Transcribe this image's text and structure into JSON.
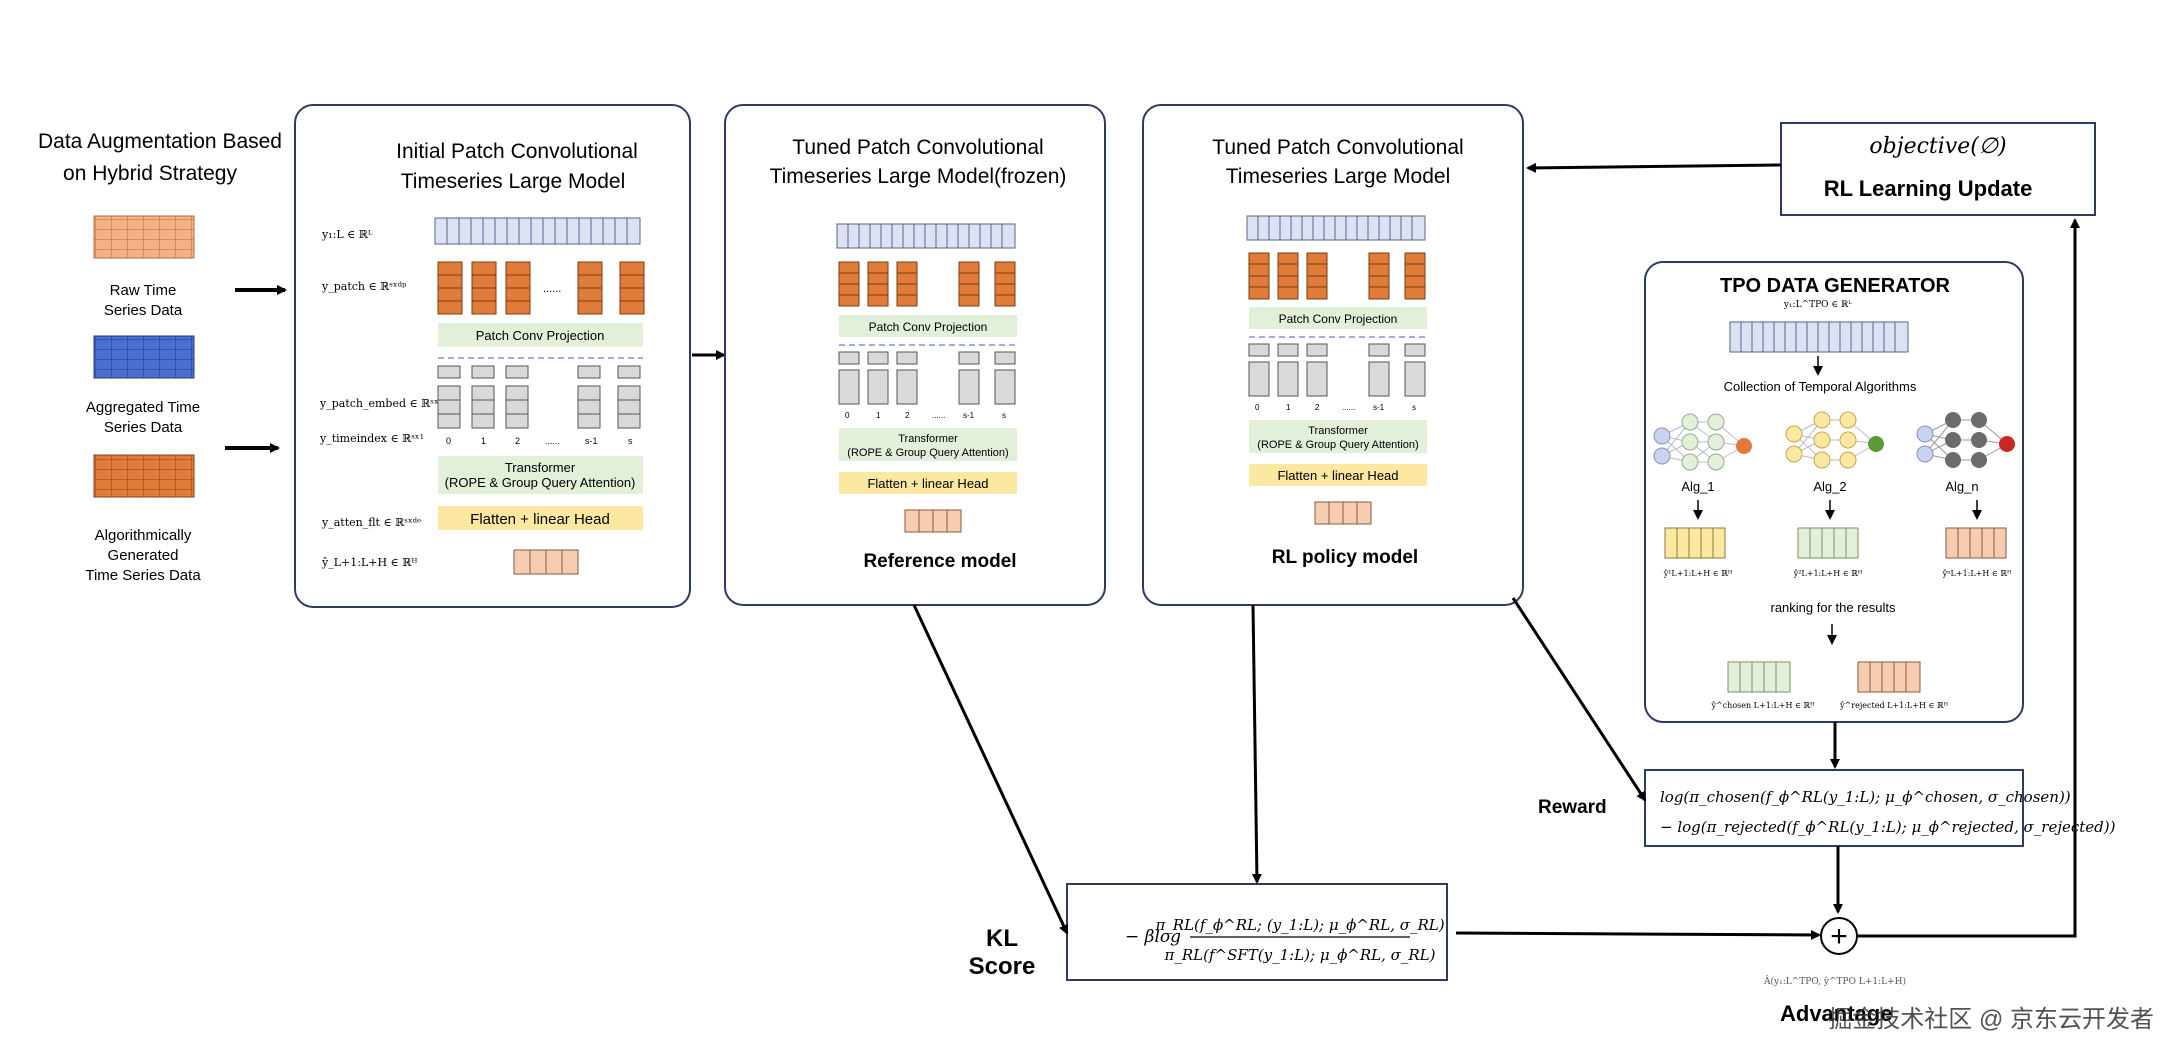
{
  "augmentation": {
    "title_line1": "Data Augmentation Based",
    "title_line2": "on Hybrid Strategy",
    "raw_line1": "Raw Time",
    "raw_line2": "Series Data",
    "agg_line1": "Aggregated Time",
    "agg_line2": "Series Data",
    "algo_line1": "Algorithmically",
    "algo_line2": "Generated",
    "algo_line3": "Time Series Data"
  },
  "panel1": {
    "title_line1": "Initial Patch Convolutional",
    "title_line2": "Timeseries Large Model",
    "label_y": "y₁:L ∈ ℝᴸ",
    "label_patch": "y_patch ∈ ℝˢˣᵈᵖ",
    "label_embed": "y_patch_embed ∈ ℝˢˣᵈᵉ",
    "label_timeindex": "y_timeindex ∈ ℝˢˣ¹",
    "label_atten": "y_atten_flt ∈ ℝˢˣᵈᵉ",
    "label_out": "ŷ_L+1:L+H ∈ ℝᴴ",
    "patch_proj": "Patch Conv Projection",
    "transformer_line1": "Transformer",
    "transformer_line2": "(ROPE  & Group Query Attention)",
    "flatten": "Flatten + linear Head",
    "ellipsis": "......",
    "indices": [
      "0",
      "1",
      "2",
      "......",
      "s-1",
      "s"
    ]
  },
  "panel2": {
    "title_line1": "Tuned Patch Convolutional",
    "title_line2": "Timeseries Large Model(frozen)",
    "patch_proj": "Patch Conv Projection",
    "transformer_line1": "Transformer",
    "transformer_line2": "(ROPE  & Group Query Attention)",
    "flatten": "Flatten + linear Head",
    "caption": "Reference model",
    "indices": [
      "0",
      "1",
      "2",
      "......",
      "s-1",
      "s"
    ]
  },
  "panel3": {
    "title_line1": "Tuned Patch Convolutional",
    "title_line2": "Timeseries Large Model",
    "patch_proj": "Patch Conv Projection",
    "transformer_line1": "Transformer",
    "transformer_line2": "(ROPE  & Group Query Attention)",
    "flatten": "Flatten + linear Head",
    "caption": "RL policy model",
    "indices": [
      "0",
      "1",
      "2",
      "......",
      "s-1",
      "s"
    ]
  },
  "objective": {
    "formula": "objective(∅)",
    "label": "RL Learning Update"
  },
  "tpo": {
    "title": "TPO DATA GENERATOR",
    "input_label": "y₁:L^TPO ∈ ℝᴸ",
    "collection": "Collection of Temporal Algorithms",
    "alg1": "Alg_1",
    "alg2": "Alg_2",
    "algn": "Alg_n",
    "out1": "ŷ¹L+1:L+H ∈ ℝᴴ",
    "out2": "ŷ²L+1:L+H ∈ ℝᴴ",
    "outn": "ŷⁿL+1:L+H ∈ ℝᴴ",
    "ranking": "ranking for the results",
    "chosen": "ŷ^chosen L+1:L+H ∈ ℝᴴ",
    "rejected": "ŷ^rejected L+1:L+H ∈ ℝᴴ"
  },
  "reward": {
    "label": "Reward",
    "line1": "log(π_chosen(f_ϕ^RL(y_1:L); μ_ϕ^chosen, σ_chosen))",
    "line2": "− log(π_rejected(f_ϕ^RL(y_1:L); μ_ϕ^rejected, σ_rejected))"
  },
  "kl": {
    "label_line1": "KL",
    "label_line2": "Score",
    "prefix": "− βlog",
    "numerator": "π_RL(f_ϕ^RL; (y_1:L); μ_ϕ^RL, σ_RL)",
    "denominator": "π_RL(f^SFT(y_1:L); μ_ϕ^RL, σ_RL)"
  },
  "advantage": {
    "plus": "+",
    "formula": "Â(y₁:L^TPO, ŷ^TPO L+1:L+H)",
    "label": "Advantage"
  },
  "watermark": "掘金技术社区 @ 京东云开发者",
  "colors": {
    "orange": "#e07b3a",
    "blue": "#3f64c4",
    "lavender": "#dde2f3",
    "peach": "#f6cdb0",
    "green_box": "#e2efd9",
    "yellow_box": "#fde8a2",
    "navy_border": "#2f3b63"
  }
}
